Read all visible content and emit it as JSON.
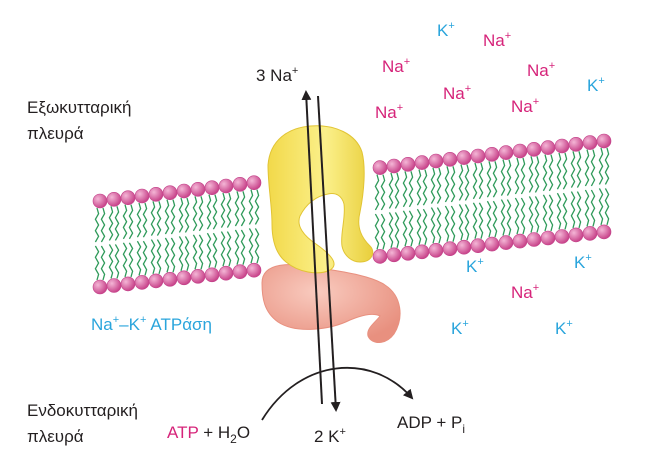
{
  "labels": {
    "extracellular_line1": "Εξωκυτταρική",
    "extracellular_line2": "πλευρά",
    "intracellular_line1": "Ενδοκυτταρική",
    "intracellular_line2": "πλευρά",
    "enzyme_na": "Na",
    "enzyme_dash_k": "–K",
    "enzyme_atp": "ATPάση",
    "sodium_out_count": "3 Na",
    "potassium_in_count": "2 K",
    "atp": "ATP",
    "plus_water_prefix": " + H",
    "water_sub": "2",
    "water_o": "O",
    "adp_prefix": "ADP + P",
    "pi_sub": "i",
    "charge_plus": "+"
  },
  "ions": {
    "na_symbol": "Na",
    "k_symbol": "K"
  },
  "colors": {
    "sodium": "#d6247a",
    "potassium": "#2aa5dc",
    "lipid_head": "#d9579c",
    "lipid_tail": "#2f9a5a",
    "transporter_alpha": "#f5e25a",
    "transporter_beta": "#f3a99a",
    "text": "#231f20"
  }
}
